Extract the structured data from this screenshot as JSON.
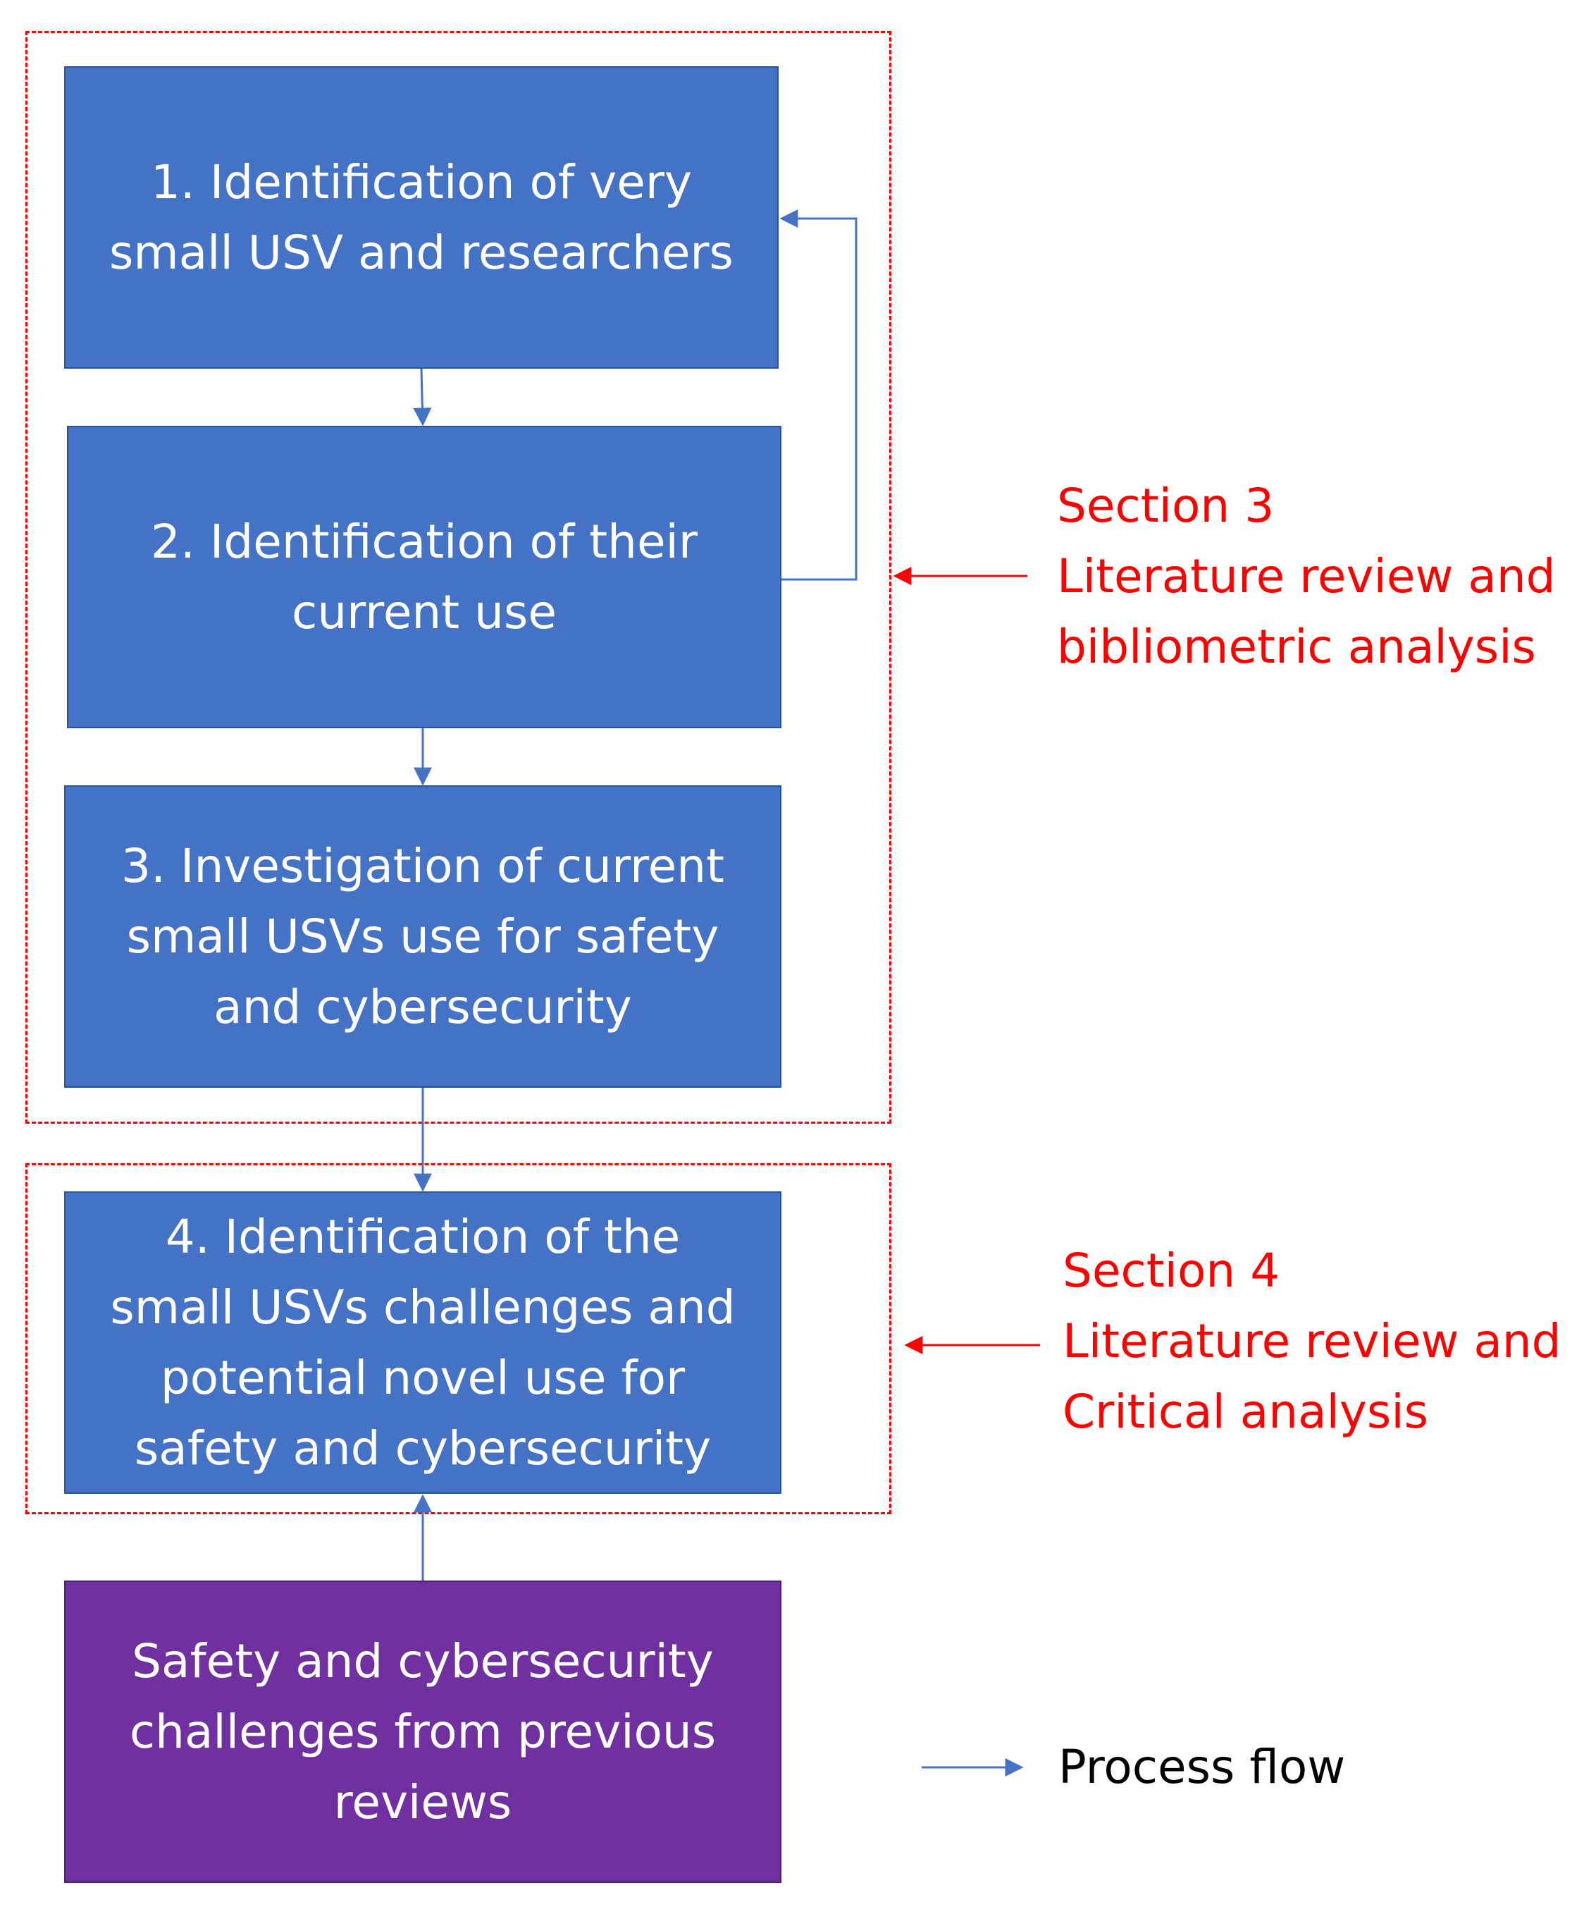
{
  "steps": [
    {
      "lines": [
        "1. Identification of very",
        "small USV and researchers"
      ]
    },
    {
      "lines": [
        "2. Identification of their",
        "current use"
      ]
    },
    {
      "lines": [
        "3. Investigation of current",
        "small USVs use for safety",
        "and cybersecurity"
      ]
    },
    {
      "lines": [
        "4. Identification of the",
        "small USVs challenges and",
        "potential novel use for",
        "safety and cybersecurity"
      ]
    }
  ],
  "input_box": {
    "lines": [
      "Safety and cybersecurity",
      "challenges from previous",
      "reviews"
    ]
  },
  "sections": [
    {
      "lines": [
        "Section 3",
        "Literature review and",
        "bibliometric analysis"
      ]
    },
    {
      "lines": [
        "Section 4",
        "Literature review and",
        "Critical analysis"
      ]
    }
  ],
  "legend": {
    "label": "Process flow"
  },
  "colors": {
    "step_fill": "#4472c4",
    "input_fill": "#7030a0",
    "section_color": "#ff0000",
    "arrow_color": "#4472c4"
  }
}
